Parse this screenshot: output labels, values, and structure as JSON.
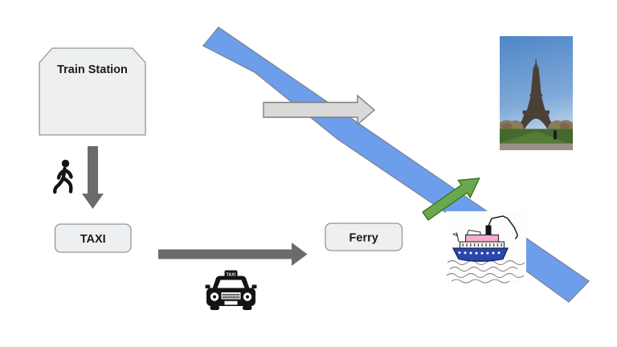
{
  "slide": {
    "background": "#ffffff",
    "nodes": {
      "train_station": {
        "label": "Train Station"
      },
      "taxi": {
        "label": "TAXI"
      },
      "ferry": {
        "label": "Ferry"
      }
    },
    "taxi_icon": {
      "sign_text": "TAXI"
    },
    "icons": {
      "walking_person": "walking-person-icon",
      "taxi_car": "taxi-car-icon",
      "ferry_boat": "ferry-boat-clipart",
      "eiffel_tower": "eiffel-tower-photo"
    },
    "colors": {
      "node_fill": "#eeeff0",
      "node_border": "#929699",
      "label_color": "#1c1c1c",
      "river_fill": "#6d9eeb",
      "river_border": "#7b879b",
      "arrow_dark": "#6b6b6b",
      "arrow_light_fill": "#d9d9d9",
      "arrow_light_border": "#7f7f7f",
      "arrow_green_fill": "#6aa84f",
      "arrow_green_border": "#38761d",
      "icon_black": "#141414",
      "ferry_hull": "#2b46ad",
      "ferry_cabin": "#f6abcd",
      "wave_gray": "#8a8a8a"
    }
  }
}
